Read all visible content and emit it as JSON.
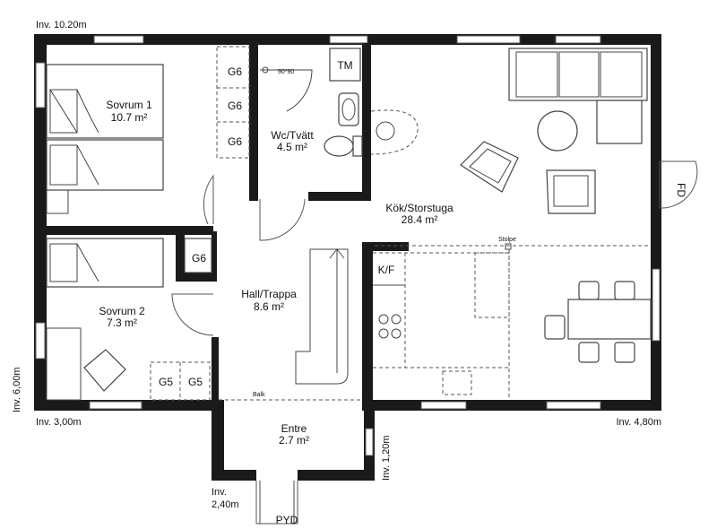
{
  "rooms": {
    "bedroom1": {
      "name": "Sovrum 1",
      "area": "10.7 m²"
    },
    "bedroom2": {
      "name": "Sovrum 2",
      "area": "7.3 m²"
    },
    "wc": {
      "name": "Wc/Tvätt",
      "area": "4.5 m²"
    },
    "kitchen": {
      "name": "Kök/Storstuga",
      "area": "28.4 m²"
    },
    "hall": {
      "name": "Hall/Trappa",
      "area": "8.6 m²"
    },
    "entry": {
      "name": "Entre",
      "area": "2.7 m²"
    }
  },
  "labels": {
    "g6": "G6",
    "g5": "G5",
    "tm": "TM",
    "kf": "K/F",
    "fd": "FD",
    "pyd": "PYD",
    "shower": "90*90",
    "pillar": "Stolpe",
    "beam": "Balk"
  },
  "dimensions": {
    "top_left": "Inv. 10.20m",
    "left_side": "Inv. 6,00m",
    "bottom_left": "Inv. 3,00m",
    "bottom_right": "Inv. 4,80m",
    "entry_side": "Inv. 1,20m",
    "entry_bottom_line1": "Inv.",
    "entry_bottom_line2": "2,40m"
  }
}
